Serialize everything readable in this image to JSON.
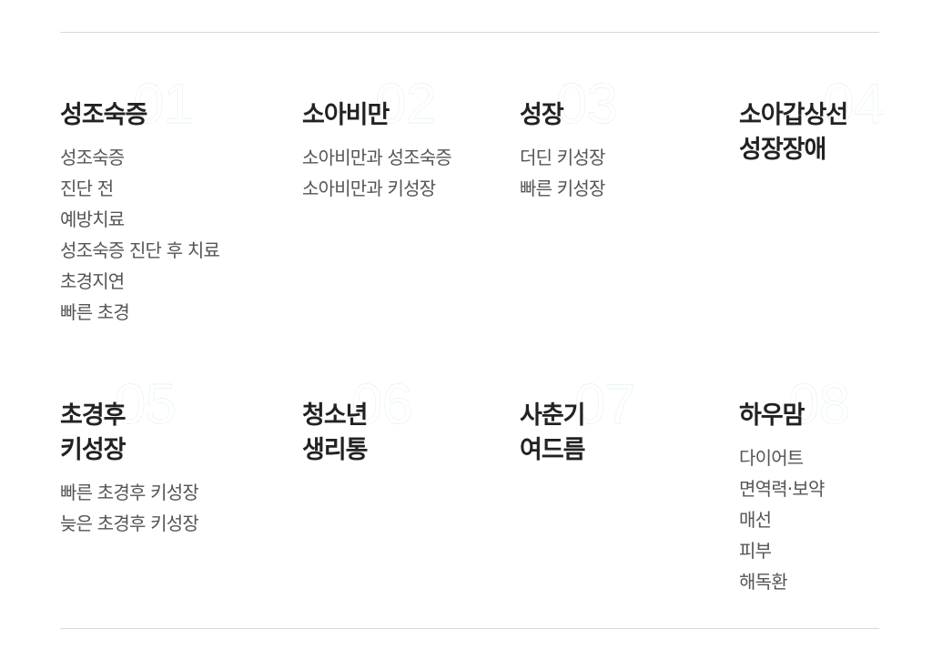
{
  "categories": [
    {
      "number": "01",
      "title": "성조숙증",
      "items": [
        "성조숙증",
        "진단 전",
        "예방치료",
        "성조숙증 진단 후 치료",
        "초경지연",
        "빠른 초경"
      ]
    },
    {
      "number": "02",
      "title": "소아비만",
      "items": [
        "소아비만과 성조숙증",
        "소아비만과 키성장"
      ]
    },
    {
      "number": "03",
      "title": "성장",
      "items": [
        "더딘 키성장",
        "빠른 키성장"
      ]
    },
    {
      "number": "04",
      "title": "소아갑상선\n성장장애",
      "items": []
    },
    {
      "number": "05",
      "title": "초경후\n키성장",
      "items": [
        "빠른 초경후 키성장",
        "늦은 초경후 키성장"
      ]
    },
    {
      "number": "06",
      "title": "청소년\n생리통",
      "items": []
    },
    {
      "number": "07",
      "title": "사춘기\n여드름",
      "items": []
    },
    {
      "number": "08",
      "title": "하우맘",
      "items": [
        "다이어트",
        "면역력·보약",
        "매선",
        "피부",
        "해독환"
      ]
    }
  ],
  "colors": {
    "number_outline": "#bfe3c3",
    "title": "#222222",
    "item": "#555555",
    "rule": "#d9d9d9"
  }
}
